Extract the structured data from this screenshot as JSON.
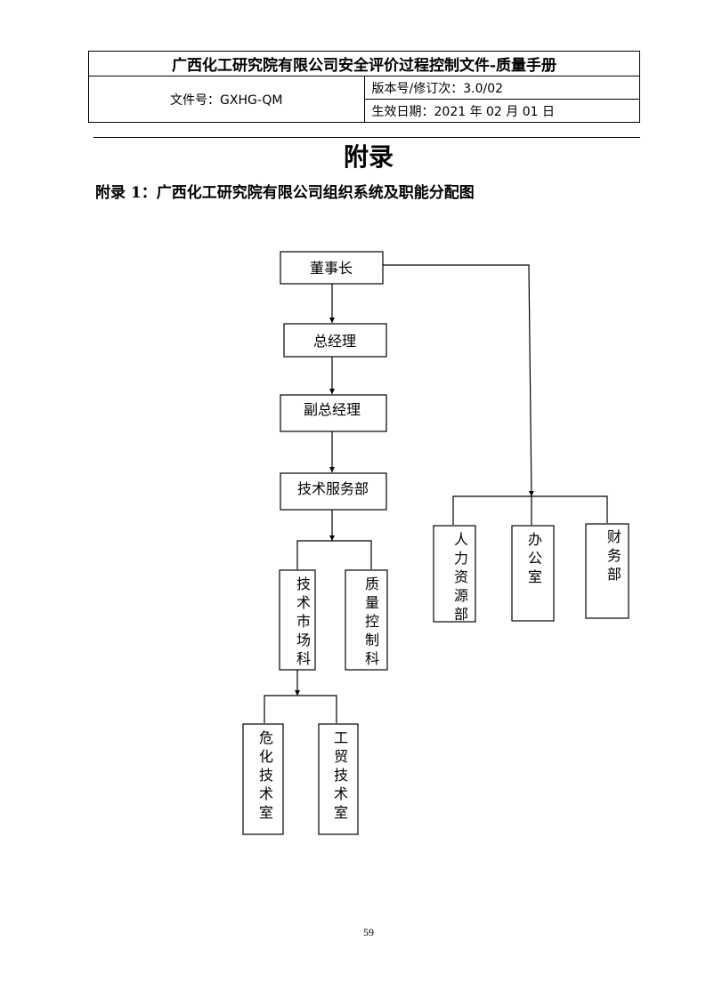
{
  "header": {
    "title": "广西化工研究院有限公司安全评价过程控制文件-质量手册",
    "file_no": "文件号：GXHG-QM",
    "version": "版本号/修订次：3.0/02",
    "effective_date": "生效日期：2021 年 02 月 01 日"
  },
  "appendix": {
    "heading": "附录",
    "subtitle": "附录 1：广西化工研究院有限公司组织系统及职能分配图"
  },
  "org_chart": {
    "chairman": "董事长",
    "general_manager": "总经理",
    "deputy_general_manager": "副总经理",
    "tech_service_dept": "技术服务部",
    "tech_market_section": "技术市场科",
    "quality_control_section": "质量控制科",
    "hazchem_tech_office": "危化技术室",
    "industry_trade_tech_office": "工贸技术室",
    "hr_dept": "人力资源部",
    "office": "办公室",
    "finance_dept": "财务部"
  },
  "page_number": "59"
}
